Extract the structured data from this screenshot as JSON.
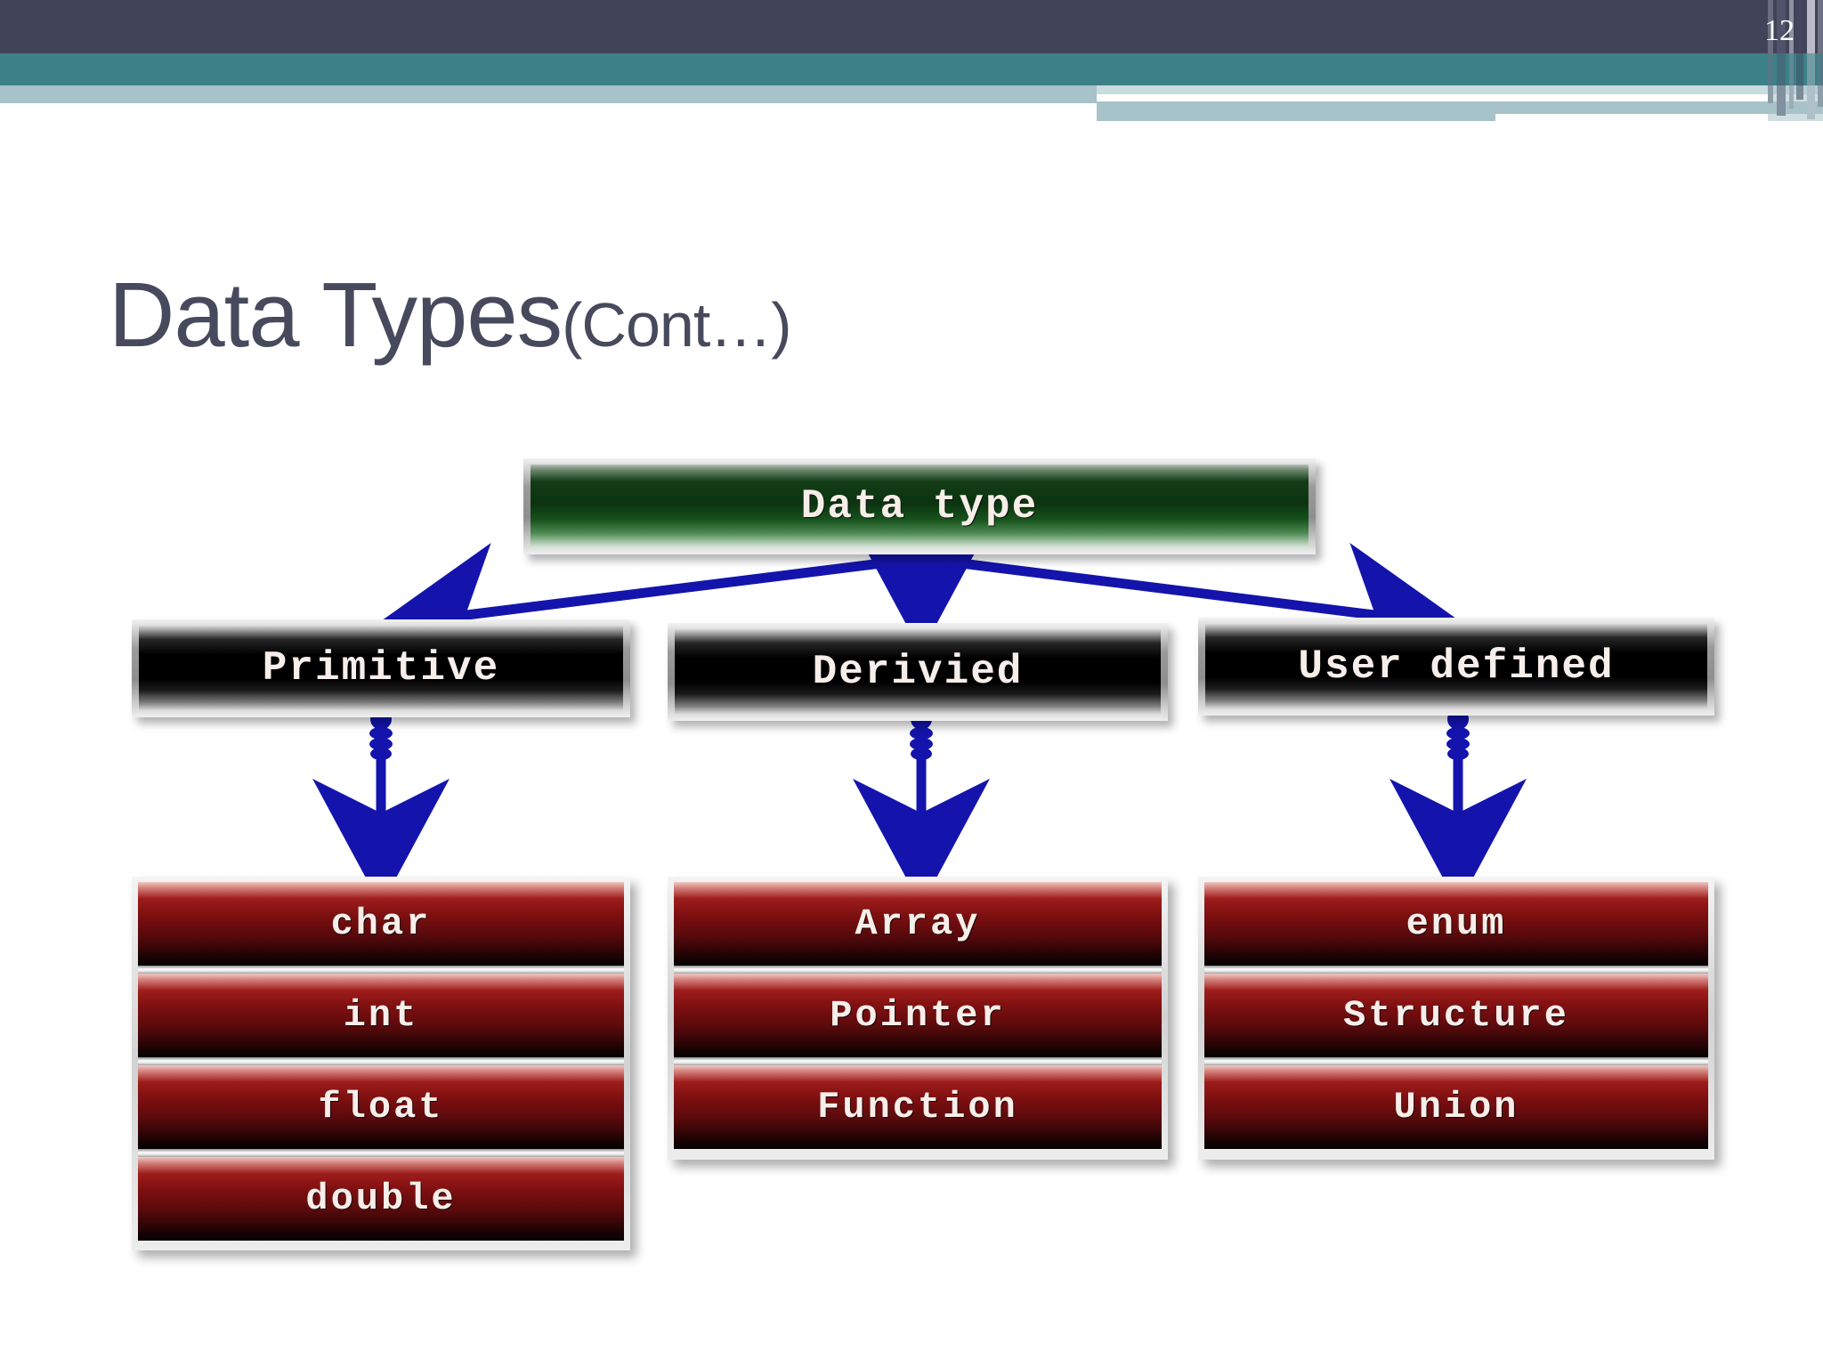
{
  "header": {
    "page_number": "12",
    "colors": {
      "dark_band": "#414458",
      "teal_band": "#3d8188",
      "light_band": "#a7c2c8"
    }
  },
  "title": {
    "main": "Data Types",
    "suffix": "(Cont…)"
  },
  "diagram": {
    "arrow_color": "#1414ad",
    "root": {
      "label": "Data type"
    },
    "categories": [
      {
        "label": "Primitive",
        "items": [
          "char",
          "int",
          "float",
          "double"
        ]
      },
      {
        "label": "Derivied",
        "items": [
          "Array",
          "Pointer",
          "Function"
        ]
      },
      {
        "label": "User defined",
        "items": [
          "enum",
          "Structure",
          "Union"
        ]
      }
    ]
  }
}
